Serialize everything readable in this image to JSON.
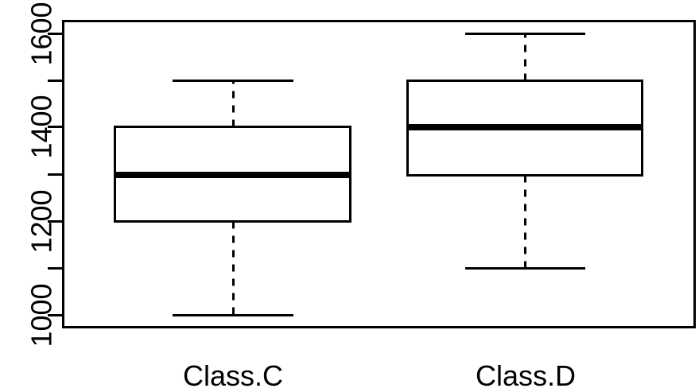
{
  "chart_data": {
    "type": "box",
    "title": "",
    "xlabel": "",
    "ylabel": "",
    "categories": [
      "Class.C",
      "Class.D"
    ],
    "ylim": [
      960,
      1640
    ],
    "grid": false,
    "legend": null,
    "y_ticks_labeled": [
      1000,
      1200,
      1400,
      1600
    ],
    "y_ticks_minor": [
      1100,
      1300,
      1500
    ],
    "y_tick_labels": [
      "1000",
      "1200",
      "1400",
      "1600"
    ],
    "series": [
      {
        "name": "Class.C",
        "min": 1000,
        "q1": 1200,
        "median": 1300,
        "q3": 1400,
        "max": 1500,
        "outliers": []
      },
      {
        "name": "Class.D",
        "min": 1100,
        "q1": 1300,
        "median": 1400,
        "q3": 1500,
        "max": 1600,
        "outliers": []
      }
    ]
  },
  "axes": {
    "y_tick_label_0": "1000",
    "y_tick_label_1": "1200",
    "y_tick_label_2": "1400",
    "y_tick_label_3": "1600",
    "x_tick_label_0": "Class.C",
    "x_tick_label_1": "Class.D"
  },
  "style": {
    "background": "#ffffff",
    "line_color": "#000000",
    "box_fill": "#ffffff"
  }
}
